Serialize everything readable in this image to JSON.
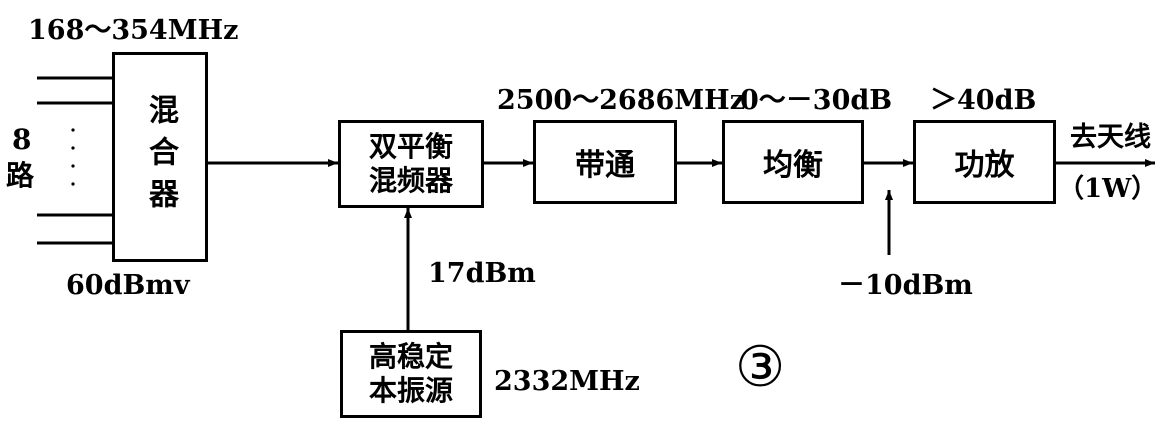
{
  "labels": {
    "input_freq": "168～354MHz",
    "input_level": "60dBmv",
    "input_count_num": "8",
    "input_count_char": "路",
    "mid_freq": "2500～2686MHz",
    "eq_range": "0～－30dB",
    "gain": "＞40dB",
    "to_antenna": "去天线",
    "power": "（1W）",
    "lo_level": "17dBm",
    "lo_freq": "2332MHz",
    "test_level": "－10dBm",
    "circle_number": "③"
  },
  "blocks": {
    "mixer_combiner": "混合器",
    "dbm_line1": "双平衡",
    "dbm_line2": "混频器",
    "bandpass": "带通",
    "equalizer": "均衡",
    "amplifier": "功放",
    "lo_line1": "高稳定",
    "lo_line2": "本振源"
  }
}
